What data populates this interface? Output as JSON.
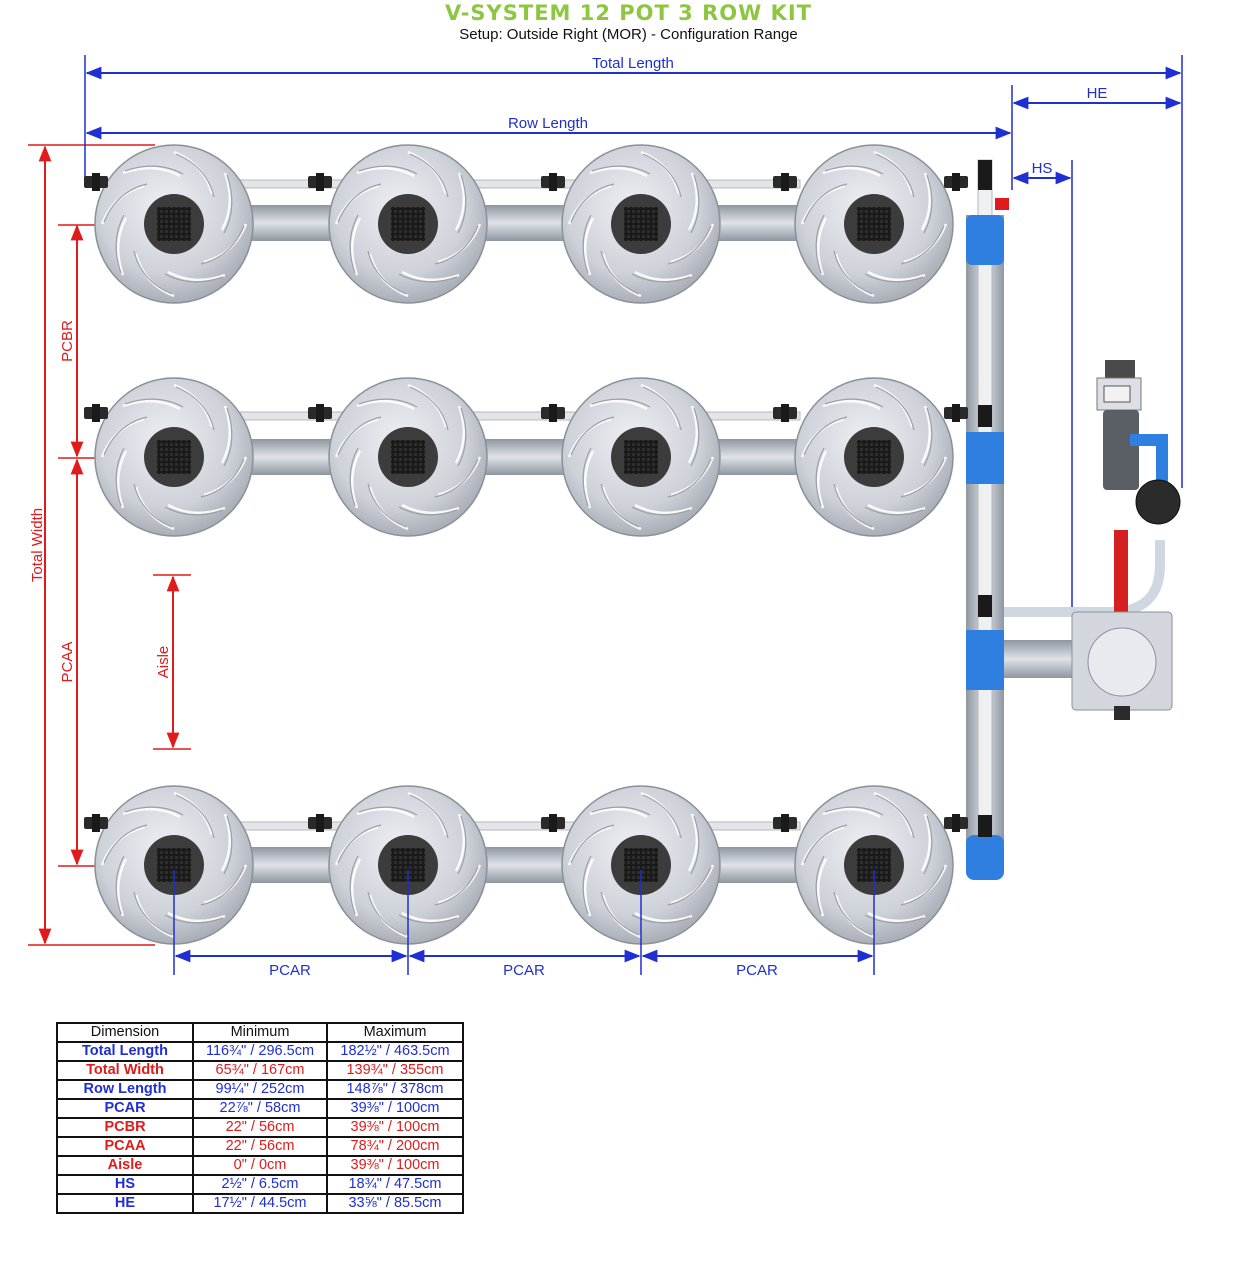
{
  "header": {
    "title": "V-SYSTEM 12 POT 3 ROW KIT",
    "subtitle": "Setup: Outside Right (MOR) - Configuration Range"
  },
  "colors": {
    "title": "#8dc63f",
    "blue_dimension": "#1f2fd1",
    "red_dimension": "#e01b1b",
    "pipe_blue": "#2f7fe0",
    "pot_grey": "#cfd3da"
  },
  "labels": {
    "total_length": "Total Length",
    "row_length": "Row Length",
    "he": "HE",
    "hs": "HS",
    "total_width": "Total Width",
    "pcbr": "PCBR",
    "pcaa": "PCAA",
    "aisle": "Aisle",
    "pcar": [
      "PCAR",
      "PCAR",
      "PCAR"
    ]
  },
  "table": {
    "headers": [
      "Dimension",
      "Minimum",
      "Maximum"
    ],
    "rows": [
      {
        "name": "Total Length",
        "min": "116¾\" / 296.5cm",
        "max": "182½\" / 463.5cm",
        "color": "#1f2fd1"
      },
      {
        "name": "Total Width",
        "min": "65¾\" / 167cm",
        "max": "139¾\" / 355cm",
        "color": "#e01b1b"
      },
      {
        "name": "Row Length",
        "min": "99¼\" / 252cm",
        "max": "148⅞\" / 378cm",
        "color": "#1f2fd1"
      },
      {
        "name": "PCAR",
        "min": "22⅞\" / 58cm",
        "max": "39⅜\" / 100cm",
        "color": "#1f2fd1"
      },
      {
        "name": "PCBR",
        "min": "22\" / 56cm",
        "max": "39⅜\" / 100cm",
        "color": "#e01b1b"
      },
      {
        "name": "PCAA",
        "min": "22\" / 56cm",
        "max": "78¾\" / 200cm",
        "color": "#e01b1b"
      },
      {
        "name": "Aisle",
        "min": "0\" / 0cm",
        "max": "39⅜\" / 100cm",
        "color": "#e01b1b"
      },
      {
        "name": "HS",
        "min": "2½\" / 6.5cm",
        "max": "18¾\" / 47.5cm",
        "color": "#1f2fd1"
      },
      {
        "name": "HE",
        "min": "17½\" / 44.5cm",
        "max": "33⅝\" / 85.5cm",
        "color": "#1f2fd1"
      }
    ]
  }
}
